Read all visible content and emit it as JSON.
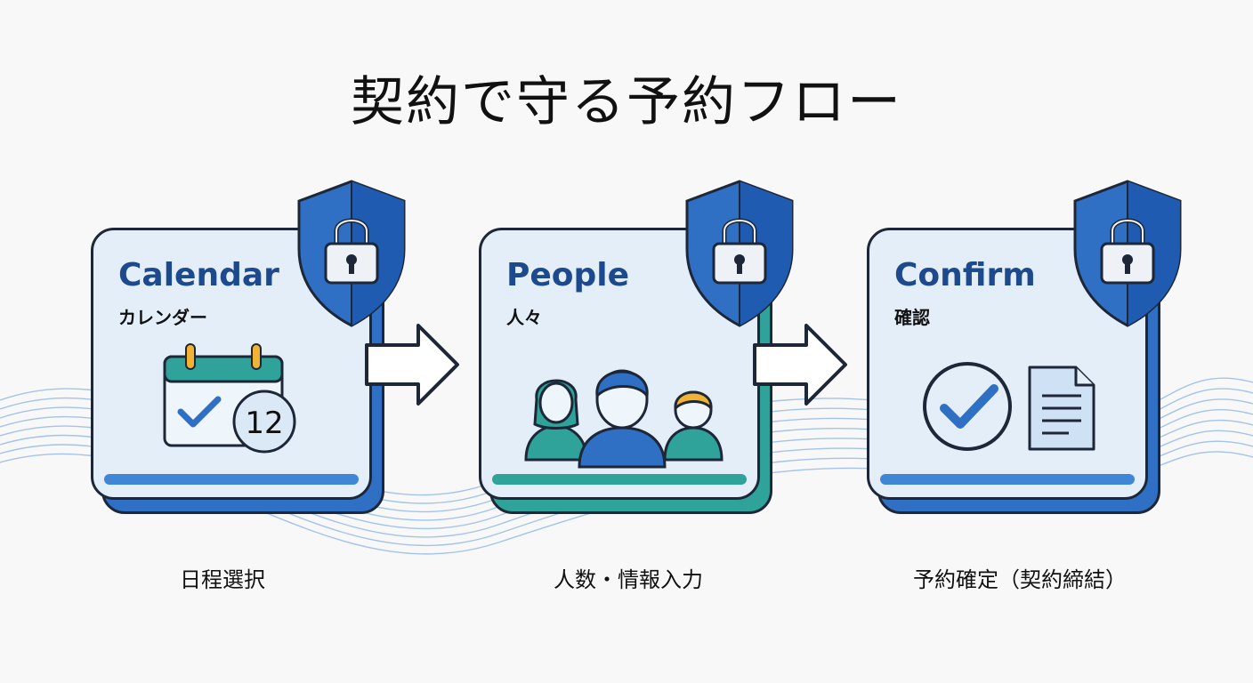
{
  "title": "契約で守る予約フロー",
  "colors": {
    "accent": "#2f6fc4",
    "teal": "#2fa39a",
    "card_bg": "#e3eef9",
    "title_blue": "#1d4a8c"
  },
  "steps": [
    {
      "title": "Calendar",
      "subtitle": "カレンダー",
      "caption": "日程選択",
      "calendar_day": "12",
      "icon": "calendar-icon"
    },
    {
      "title": "People",
      "subtitle": "人々",
      "caption": "人数・情報入力",
      "icon": "people-icon"
    },
    {
      "title": "Confirm",
      "subtitle": "確認",
      "caption": "予約確定（契約締結）",
      "icon": "confirm-icon"
    }
  ]
}
